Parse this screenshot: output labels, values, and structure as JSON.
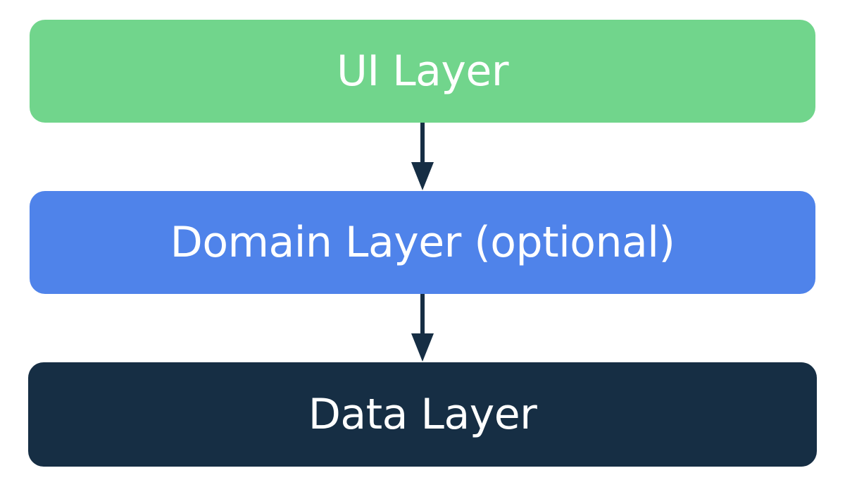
{
  "diagram": {
    "layers": [
      {
        "label": "UI Layer",
        "color": "#71D58C"
      },
      {
        "label": "Domain Layer (optional)",
        "color": "#4F83EA"
      },
      {
        "label": "Data Layer",
        "color": "#162E44"
      }
    ],
    "arrow_color": "#162E44",
    "flow": [
      {
        "from": "UI Layer",
        "to": "Domain Layer (optional)"
      },
      {
        "from": "Domain Layer (optional)",
        "to": "Data Layer"
      }
    ]
  }
}
